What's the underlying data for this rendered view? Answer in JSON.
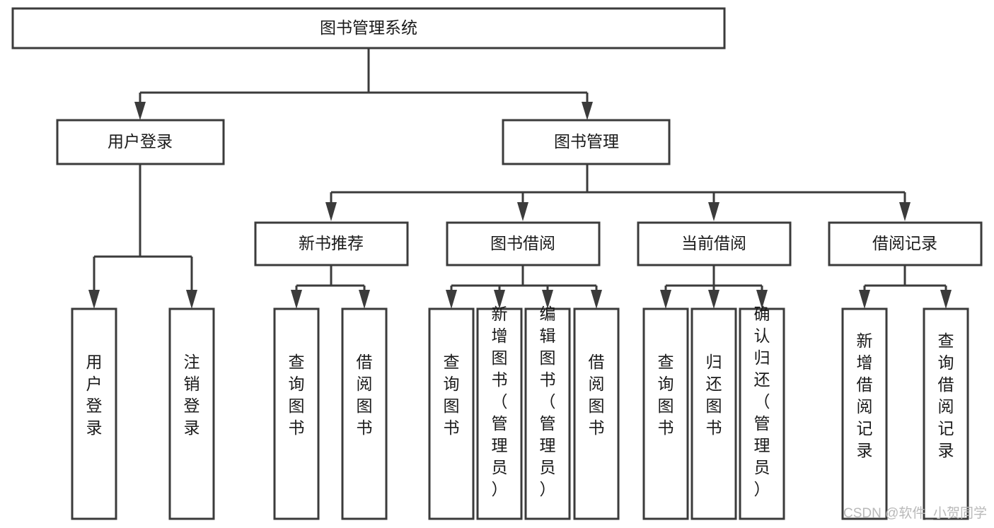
{
  "diagram": {
    "title": "图书管理系统",
    "type": "tree-hierarchy-chart",
    "watermark": "CSDN @软件_小贺同学",
    "colors": {
      "stroke": "#3b3b3b",
      "fill": "#ffffff",
      "text": "#1a1a1a",
      "watermark": "#b9b9b9"
    },
    "root": {
      "label": "图书管理系统",
      "orientation": "horizontal"
    },
    "level2": [
      {
        "label": "用户登录",
        "orientation": "horizontal"
      },
      {
        "label": "图书管理",
        "orientation": "horizontal"
      }
    ],
    "level3": [
      {
        "label": "新书推荐",
        "orientation": "horizontal"
      },
      {
        "label": "图书借阅",
        "orientation": "horizontal"
      },
      {
        "label": "当前借阅",
        "orientation": "horizontal"
      },
      {
        "label": "借阅记录",
        "orientation": "horizontal"
      }
    ],
    "leaves": {
      "user_login": [
        {
          "label": "用户登录",
          "orientation": "vertical"
        },
        {
          "label": "注销登录",
          "orientation": "vertical"
        }
      ],
      "new_book_recommend": [
        {
          "label": "查询图书",
          "orientation": "vertical"
        },
        {
          "label": "借阅图书",
          "orientation": "vertical"
        }
      ],
      "book_borrow": [
        {
          "label": "查询图书",
          "orientation": "vertical"
        },
        {
          "label": "新增图书（管理员）",
          "orientation": "vertical"
        },
        {
          "label": "编辑图书（管理员）",
          "orientation": "vertical"
        },
        {
          "label": "借阅图书",
          "orientation": "vertical"
        }
      ],
      "current_borrow": [
        {
          "label": "查询图书",
          "orientation": "vertical"
        },
        {
          "label": "归还图书",
          "orientation": "vertical"
        },
        {
          "label": "确认归还（管理员）",
          "orientation": "vertical"
        }
      ],
      "borrow_record": [
        {
          "label": "新增借阅记录",
          "orientation": "vertical"
        },
        {
          "label": "查询借阅记录",
          "orientation": "vertical"
        }
      ]
    }
  }
}
